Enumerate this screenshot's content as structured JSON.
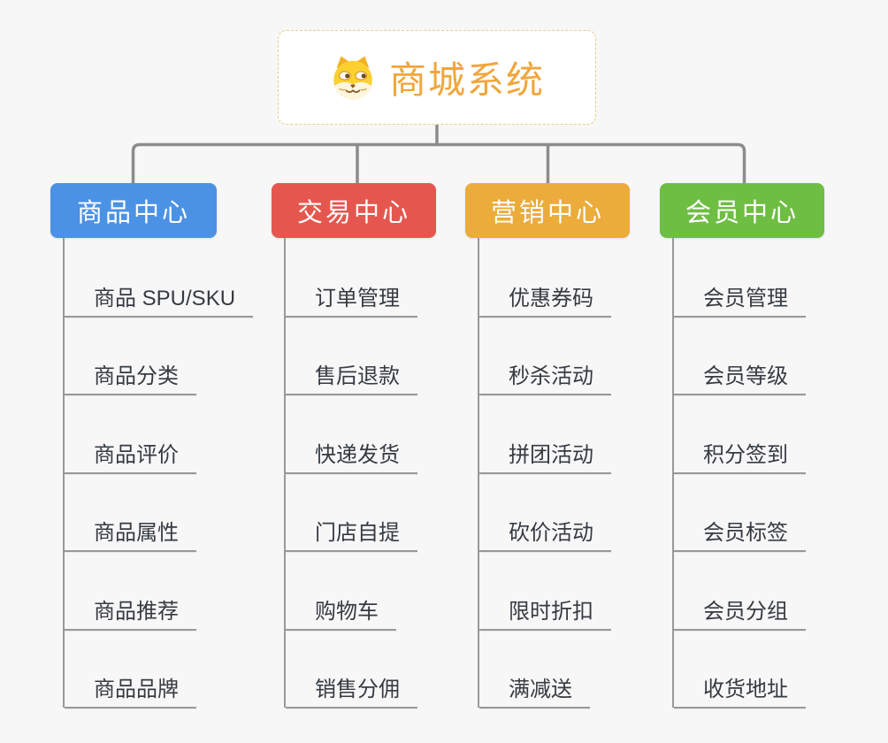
{
  "root": {
    "title": "商城系统",
    "icon": "dog-face-icon",
    "title_color": "#f0a63c",
    "border_color": "#f0c886"
  },
  "branches": [
    {
      "label": "商品中心",
      "color": "#4b92e5",
      "children": [
        "商品 SPU/SKU",
        "商品分类",
        "商品评价",
        "商品属性",
        "商品推荐",
        "商品品牌"
      ]
    },
    {
      "label": "交易中心",
      "color": "#e5574e",
      "children": [
        "订单管理",
        "售后退款",
        "快递发货",
        "门店自提",
        "购物车",
        "销售分佣"
      ]
    },
    {
      "label": "营销中心",
      "color": "#ebac3b",
      "children": [
        "优惠券码",
        "秒杀活动",
        "拼团活动",
        "砍价活动",
        "限时折扣",
        "满减送"
      ]
    },
    {
      "label": "会员中心",
      "color": "#6ebe44",
      "children": [
        "会员管理",
        "会员等级",
        "积分签到",
        "会员标签",
        "会员分组",
        "收货地址"
      ]
    }
  ],
  "lines": {
    "tree_connector_color": "#8c8c8c",
    "leaf_line_color": "#999999"
  }
}
